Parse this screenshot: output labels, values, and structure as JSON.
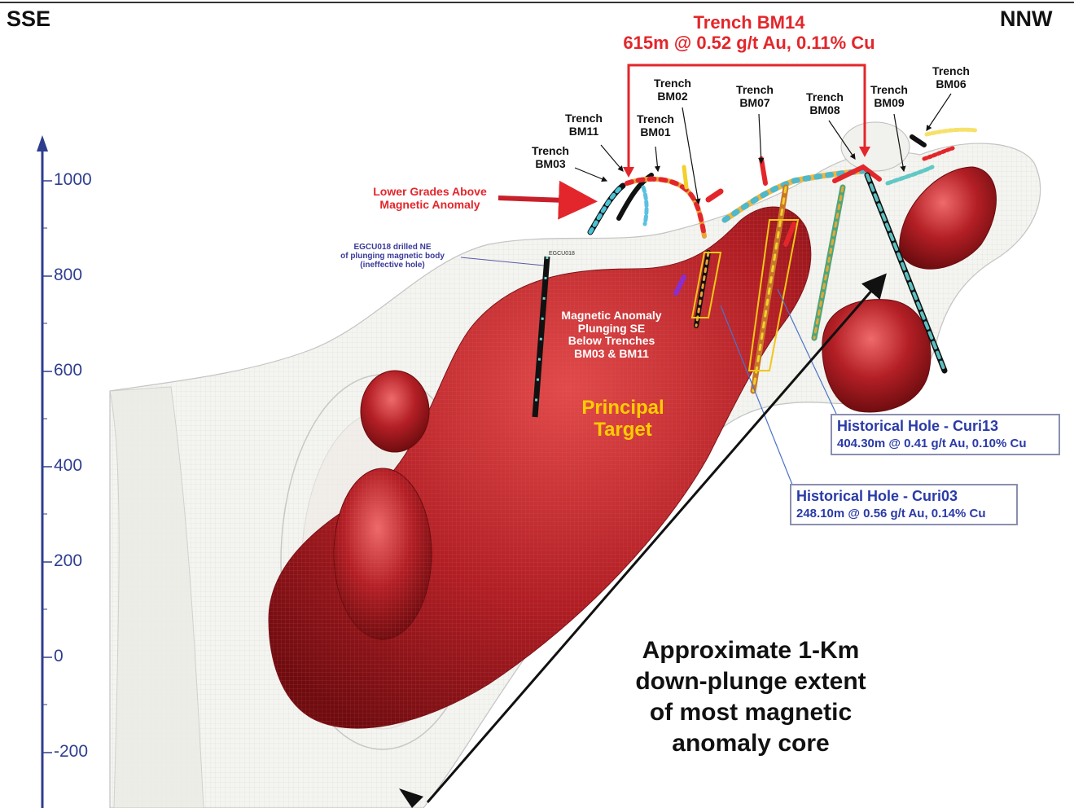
{
  "direction": {
    "left": "SSE",
    "right": "NNW"
  },
  "trench_bm14": {
    "title": "Trench BM14",
    "result": "615m @ 0.52 g/t Au, 0.11% Cu"
  },
  "trenches": [
    {
      "line1": "Trench",
      "line2": "BM03"
    },
    {
      "line1": "Trench",
      "line2": "BM11"
    },
    {
      "line1": "Trench",
      "line2": "BM01"
    },
    {
      "line1": "Trench",
      "line2": "BM02"
    },
    {
      "line1": "Trench",
      "line2": "BM07"
    },
    {
      "line1": "Trench",
      "line2": "BM08"
    },
    {
      "line1": "Trench",
      "line2": "BM09"
    },
    {
      "line1": "Trench",
      "line2": "BM06"
    }
  ],
  "lower_grades": {
    "line1": "Lower Grades Above",
    "line2": "Magnetic Anomaly"
  },
  "egcu018": {
    "line1": "EGCU018 drilled NE",
    "line2": "of plunging magnetic body",
    "line3": "(ineffective hole)",
    "tag": "EGCU018"
  },
  "magnetic_anomaly": {
    "line1": "Magnetic Anomaly",
    "line2": "Plunging SE",
    "line3": "Below Trenches",
    "line4": "BM03 & BM11"
  },
  "principal_target": {
    "line1": "Principal",
    "line2": "Target"
  },
  "curi13": {
    "title": "Historical Hole - Curi13",
    "result": "404.30m @ 0.41 g/t Au, 0.10% Cu"
  },
  "curi03": {
    "title": "Historical Hole - Curi03",
    "result": "248.10m @ 0.56 g/t Au, 0.14% Cu"
  },
  "extent": {
    "line1": "Approximate 1-Km",
    "line2": "down-plunge extent",
    "line3": "of most magnetic",
    "line4": "anomaly core"
  },
  "axis": {
    "ticks": [
      "1000",
      "800",
      "600",
      "400",
      "200",
      "0",
      "-200"
    ]
  },
  "colors": {
    "anomaly": "#b01e24",
    "annotation_red": "#e3262b",
    "axis_blue": "#2e3e8e",
    "callout_blue": "#2a3aa8",
    "target_yellow": "#ffcc00"
  }
}
